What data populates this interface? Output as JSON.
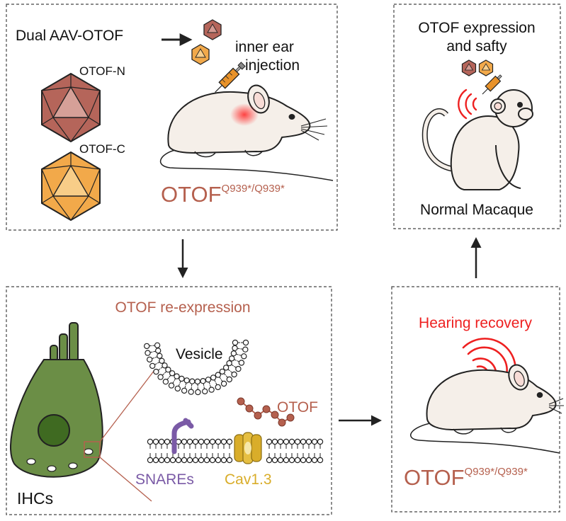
{
  "panel_top_left": {
    "dual_aav": "Dual AAV-OTOF",
    "inner_ear_line1": "inner ear",
    "inner_ear_line2": "injection",
    "otof_n": "OTOF-N",
    "otof_c": "OTOF-C",
    "genotype_base": "OTOF",
    "genotype_sup": "Q939*/Q939*"
  },
  "panel_top_right": {
    "title_line1": "OTOF expression",
    "title_line2": "and safty",
    "subject": "Normal Macaque"
  },
  "panel_bottom_left": {
    "title": "OTOF re-expression",
    "vesicle": "Vesicle",
    "otof": "OTOF",
    "snares": "SNAREs",
    "cav": "Cav1.3",
    "ihcs": "IHCs"
  },
  "panel_bottom_right": {
    "title": "Hearing recovery",
    "genotype_base": "OTOF",
    "genotype_sup": "Q939*/Q939*"
  },
  "colors": {
    "otof_text": "#b5604e",
    "hearing_red": "#ee2020",
    "capsid_n": "#b5655a",
    "capsid_c": "#f2a94a",
    "cell_green": "#6b8e46",
    "snare_purple": "#7a5aa6",
    "cav_gold": "#d9ad2a"
  }
}
